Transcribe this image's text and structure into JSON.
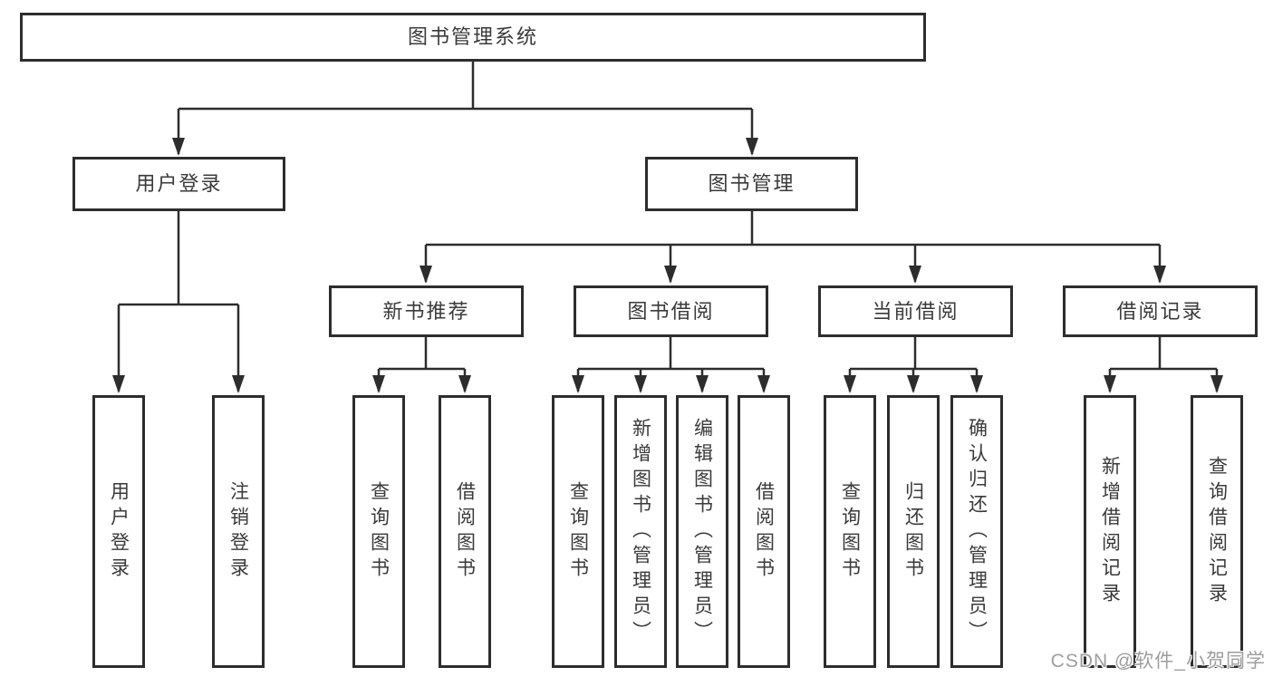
{
  "diagram": {
    "title": "图书管理系统",
    "children": [
      {
        "label": "用户登录",
        "children": [
          {
            "label": "用户登录"
          },
          {
            "label": "注销登录"
          }
        ]
      },
      {
        "label": "图书管理",
        "children": [
          {
            "label": "新书推荐",
            "children": [
              {
                "label": "查询图书"
              },
              {
                "label": "借阅图书"
              }
            ]
          },
          {
            "label": "图书借阅",
            "children": [
              {
                "label": "查询图书"
              },
              {
                "label": "新增图书（管理员）"
              },
              {
                "label": "编辑图书（管理员）"
              },
              {
                "label": "借阅图书"
              }
            ]
          },
          {
            "label": "当前借阅",
            "children": [
              {
                "label": "查询图书"
              },
              {
                "label": "归还图书"
              },
              {
                "label": "确认归还（管理员）"
              }
            ]
          },
          {
            "label": "借阅记录",
            "children": [
              {
                "label": "新增借阅记录"
              },
              {
                "label": "查询借阅记录"
              }
            ]
          }
        ]
      }
    ]
  },
  "watermark": "CSDN @软件_小贺同学",
  "colors": {
    "line": "#2d2d2d",
    "text": "#3a3a3a",
    "watermark_text": "#9e9e9e",
    "background": "#ffffff"
  }
}
